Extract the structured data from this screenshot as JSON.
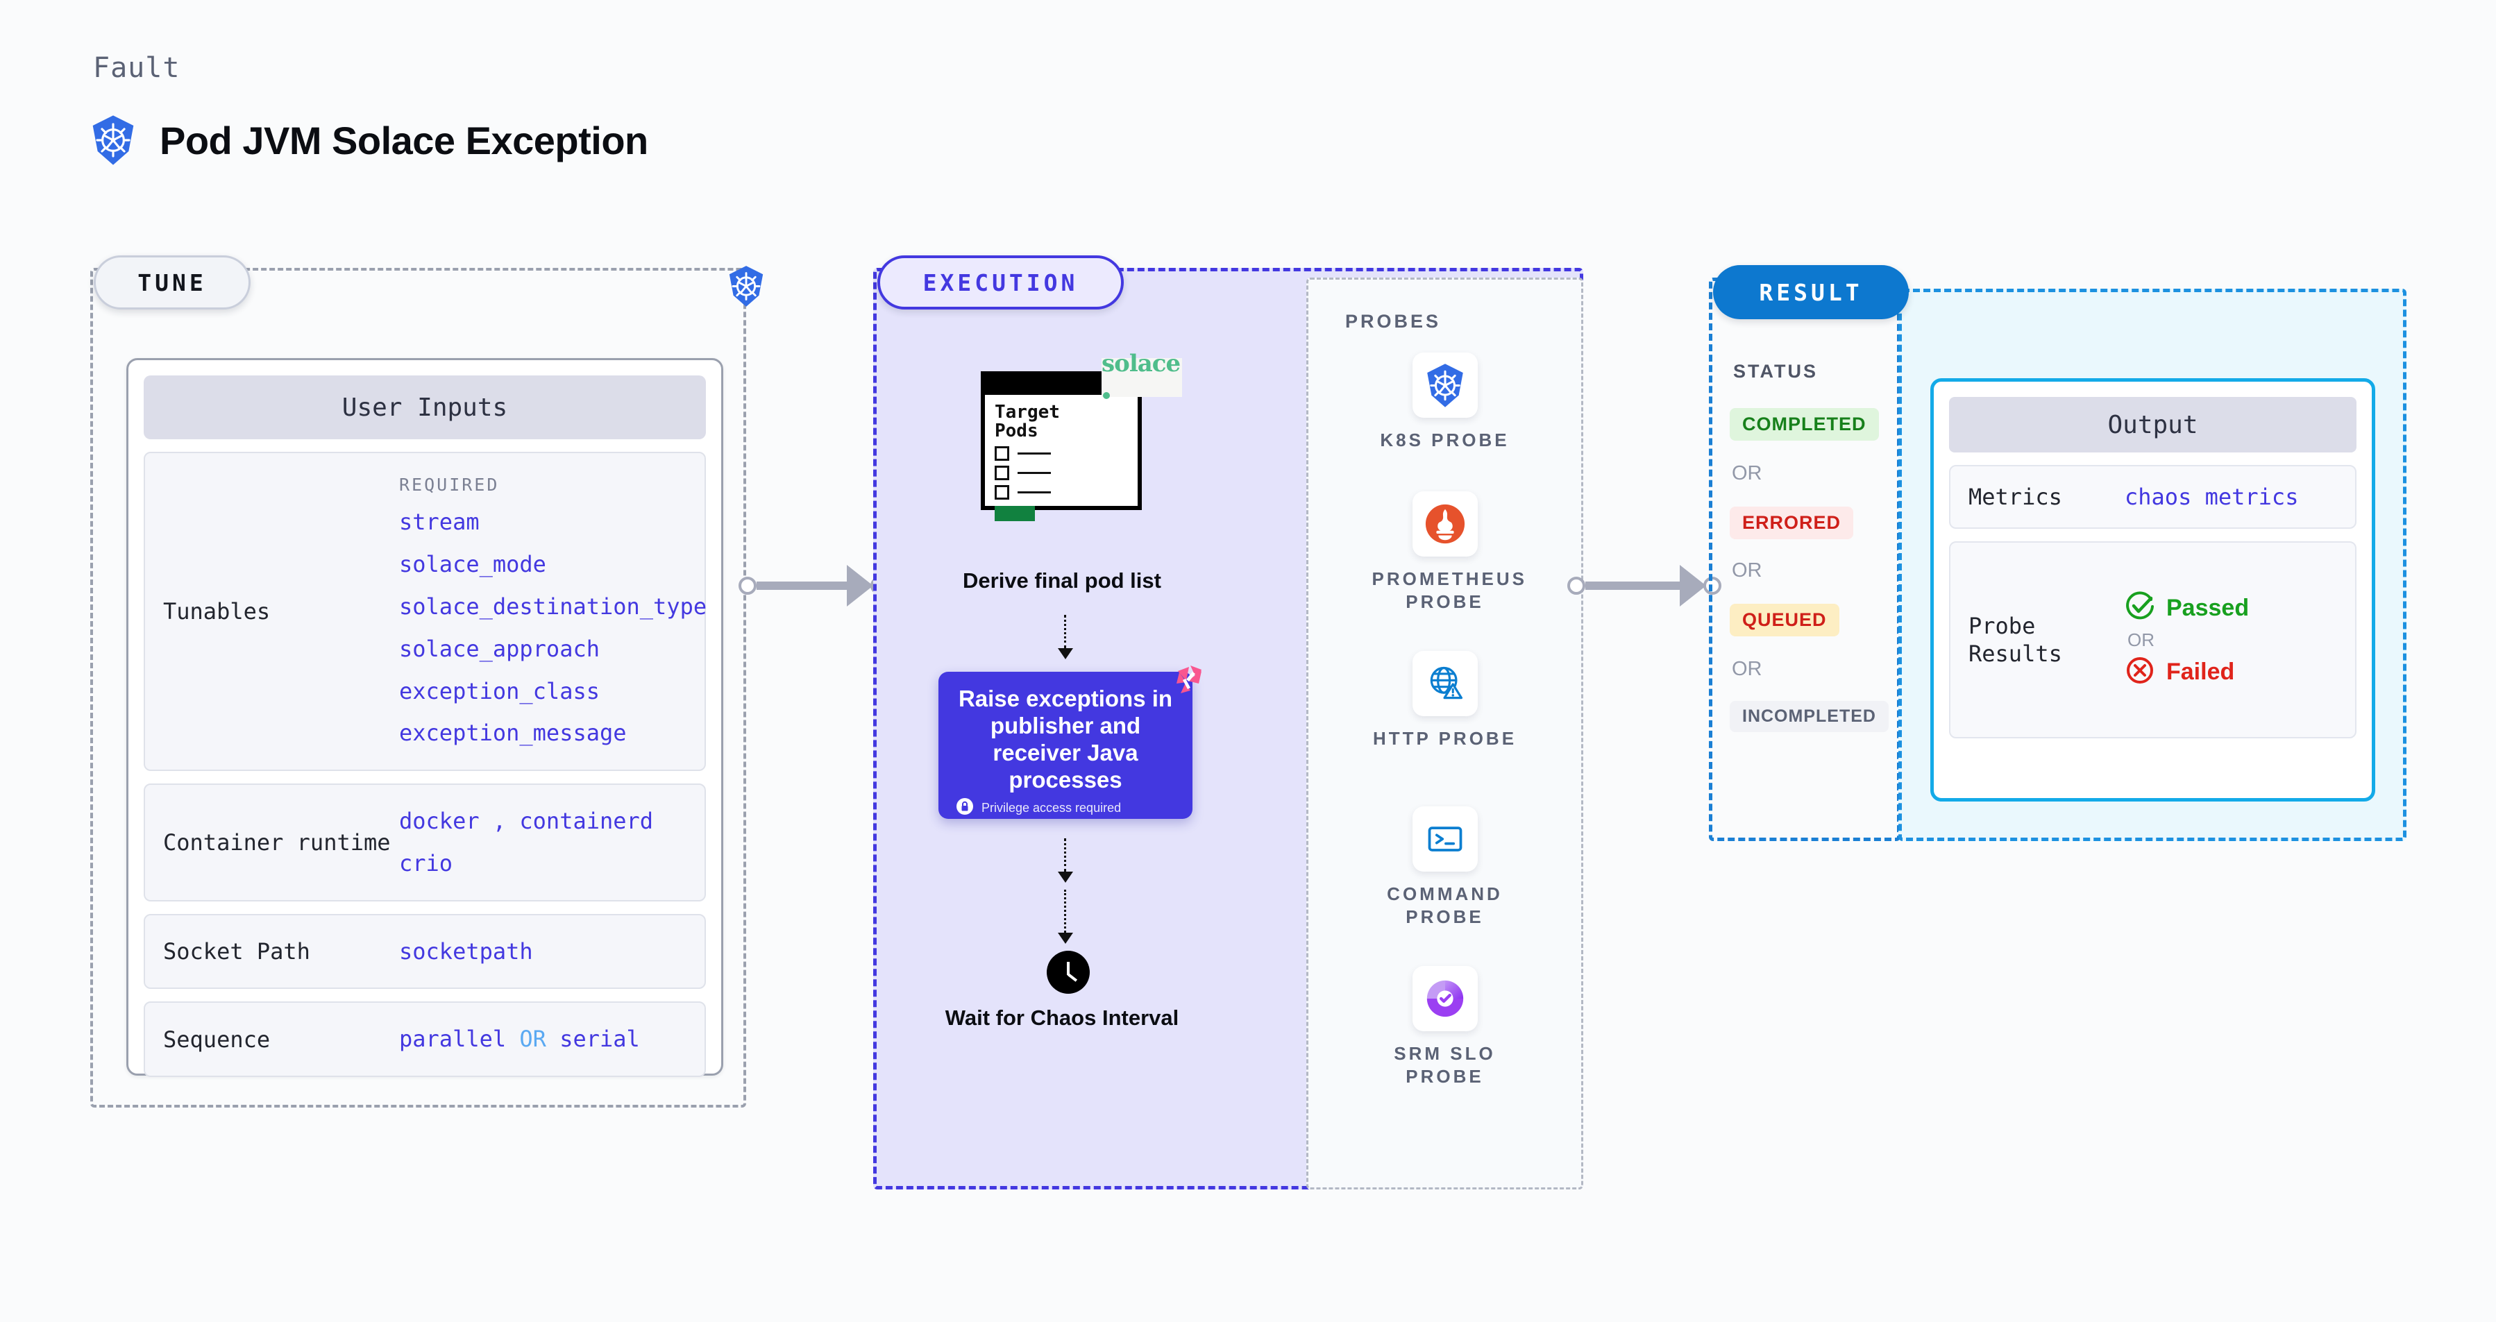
{
  "header": {
    "eyebrow": "Fault",
    "title": "Pod JVM Solace Exception",
    "logo_icon": "kubernetes-icon"
  },
  "stages": {
    "tune": {
      "label": "TUNE"
    },
    "execution": {
      "label": "EXECUTION"
    },
    "result": {
      "label": "RESULT"
    }
  },
  "tune": {
    "card_title": "User Inputs",
    "rows": [
      {
        "label": "Tunables",
        "required_label": "REQUIRED",
        "values": [
          "stream",
          "solace_mode",
          "solace_destination_type",
          "solace_approach",
          "exception_class",
          "exception_message"
        ]
      },
      {
        "label": "Container runtime",
        "values": [
          "docker",
          "containerd",
          "crio"
        ],
        "separator": ","
      },
      {
        "label": "Socket Path",
        "values": [
          "socketpath"
        ]
      },
      {
        "label": "Sequence",
        "values": [
          "parallel",
          "serial"
        ],
        "separator": "OR"
      }
    ],
    "platform_badge_icon": "kubernetes-icon"
  },
  "execution": {
    "pods_card": {
      "title_line1": "Target",
      "title_line2": "Pods",
      "checkbox_count": 3,
      "vendor_badge": "solace"
    },
    "step1_caption": "Derive final pod list",
    "action_card": {
      "title": "Raise exceptions in publisher and receiver Java processes",
      "privilege_note": "Privilege access required",
      "lock_icon": "lock-icon",
      "corner_icon": "litmuschaos-icon"
    },
    "step3_caption": "Wait for Chaos Interval",
    "clock_icon": "clock-icon"
  },
  "probes": {
    "title": "PROBES",
    "items": [
      {
        "label": "K8S PROBE",
        "icon": "kubernetes-icon"
      },
      {
        "label": "PROMETHEUS PROBE",
        "icon": "prometheus-icon"
      },
      {
        "label": "HTTP PROBE",
        "icon": "globe-warning-icon"
      },
      {
        "label": "COMMAND PROBE",
        "icon": "terminal-icon"
      },
      {
        "label": "SRM SLO PROBE",
        "icon": "srm-slo-icon"
      }
    ]
  },
  "result": {
    "status_title": "STATUS",
    "or_label": "OR",
    "badges": [
      {
        "text": "COMPLETED",
        "bg": "#dff5dd",
        "fg": "#17801b"
      },
      {
        "text": "ERRORED",
        "bg": "#fdeaea",
        "fg": "#cf1f19"
      },
      {
        "text": "QUEUED",
        "bg": "#fdeec3",
        "fg": "#cf1f19"
      },
      {
        "text": "INCOMPLETED",
        "bg": "#f1f2f6",
        "fg": "#5b6275"
      }
    ]
  },
  "output": {
    "card_title": "Output",
    "metrics_label": "Metrics",
    "metrics_value": "chaos metrics",
    "probe_results_label": "Probe Results",
    "passed_label": "Passed",
    "failed_label": "Failed",
    "or_label": "OR",
    "passed_icon": "check-circle-icon",
    "failed_icon": "x-circle-icon"
  },
  "colors": {
    "accent_purple": "#4338e0",
    "accent_blue": "#0d78cf",
    "accent_cyan": "#13aae8",
    "connector_gray": "#a7abbb",
    "green": "#18a01f",
    "red": "#e0241b",
    "litmus_pink": "#f9568f"
  }
}
